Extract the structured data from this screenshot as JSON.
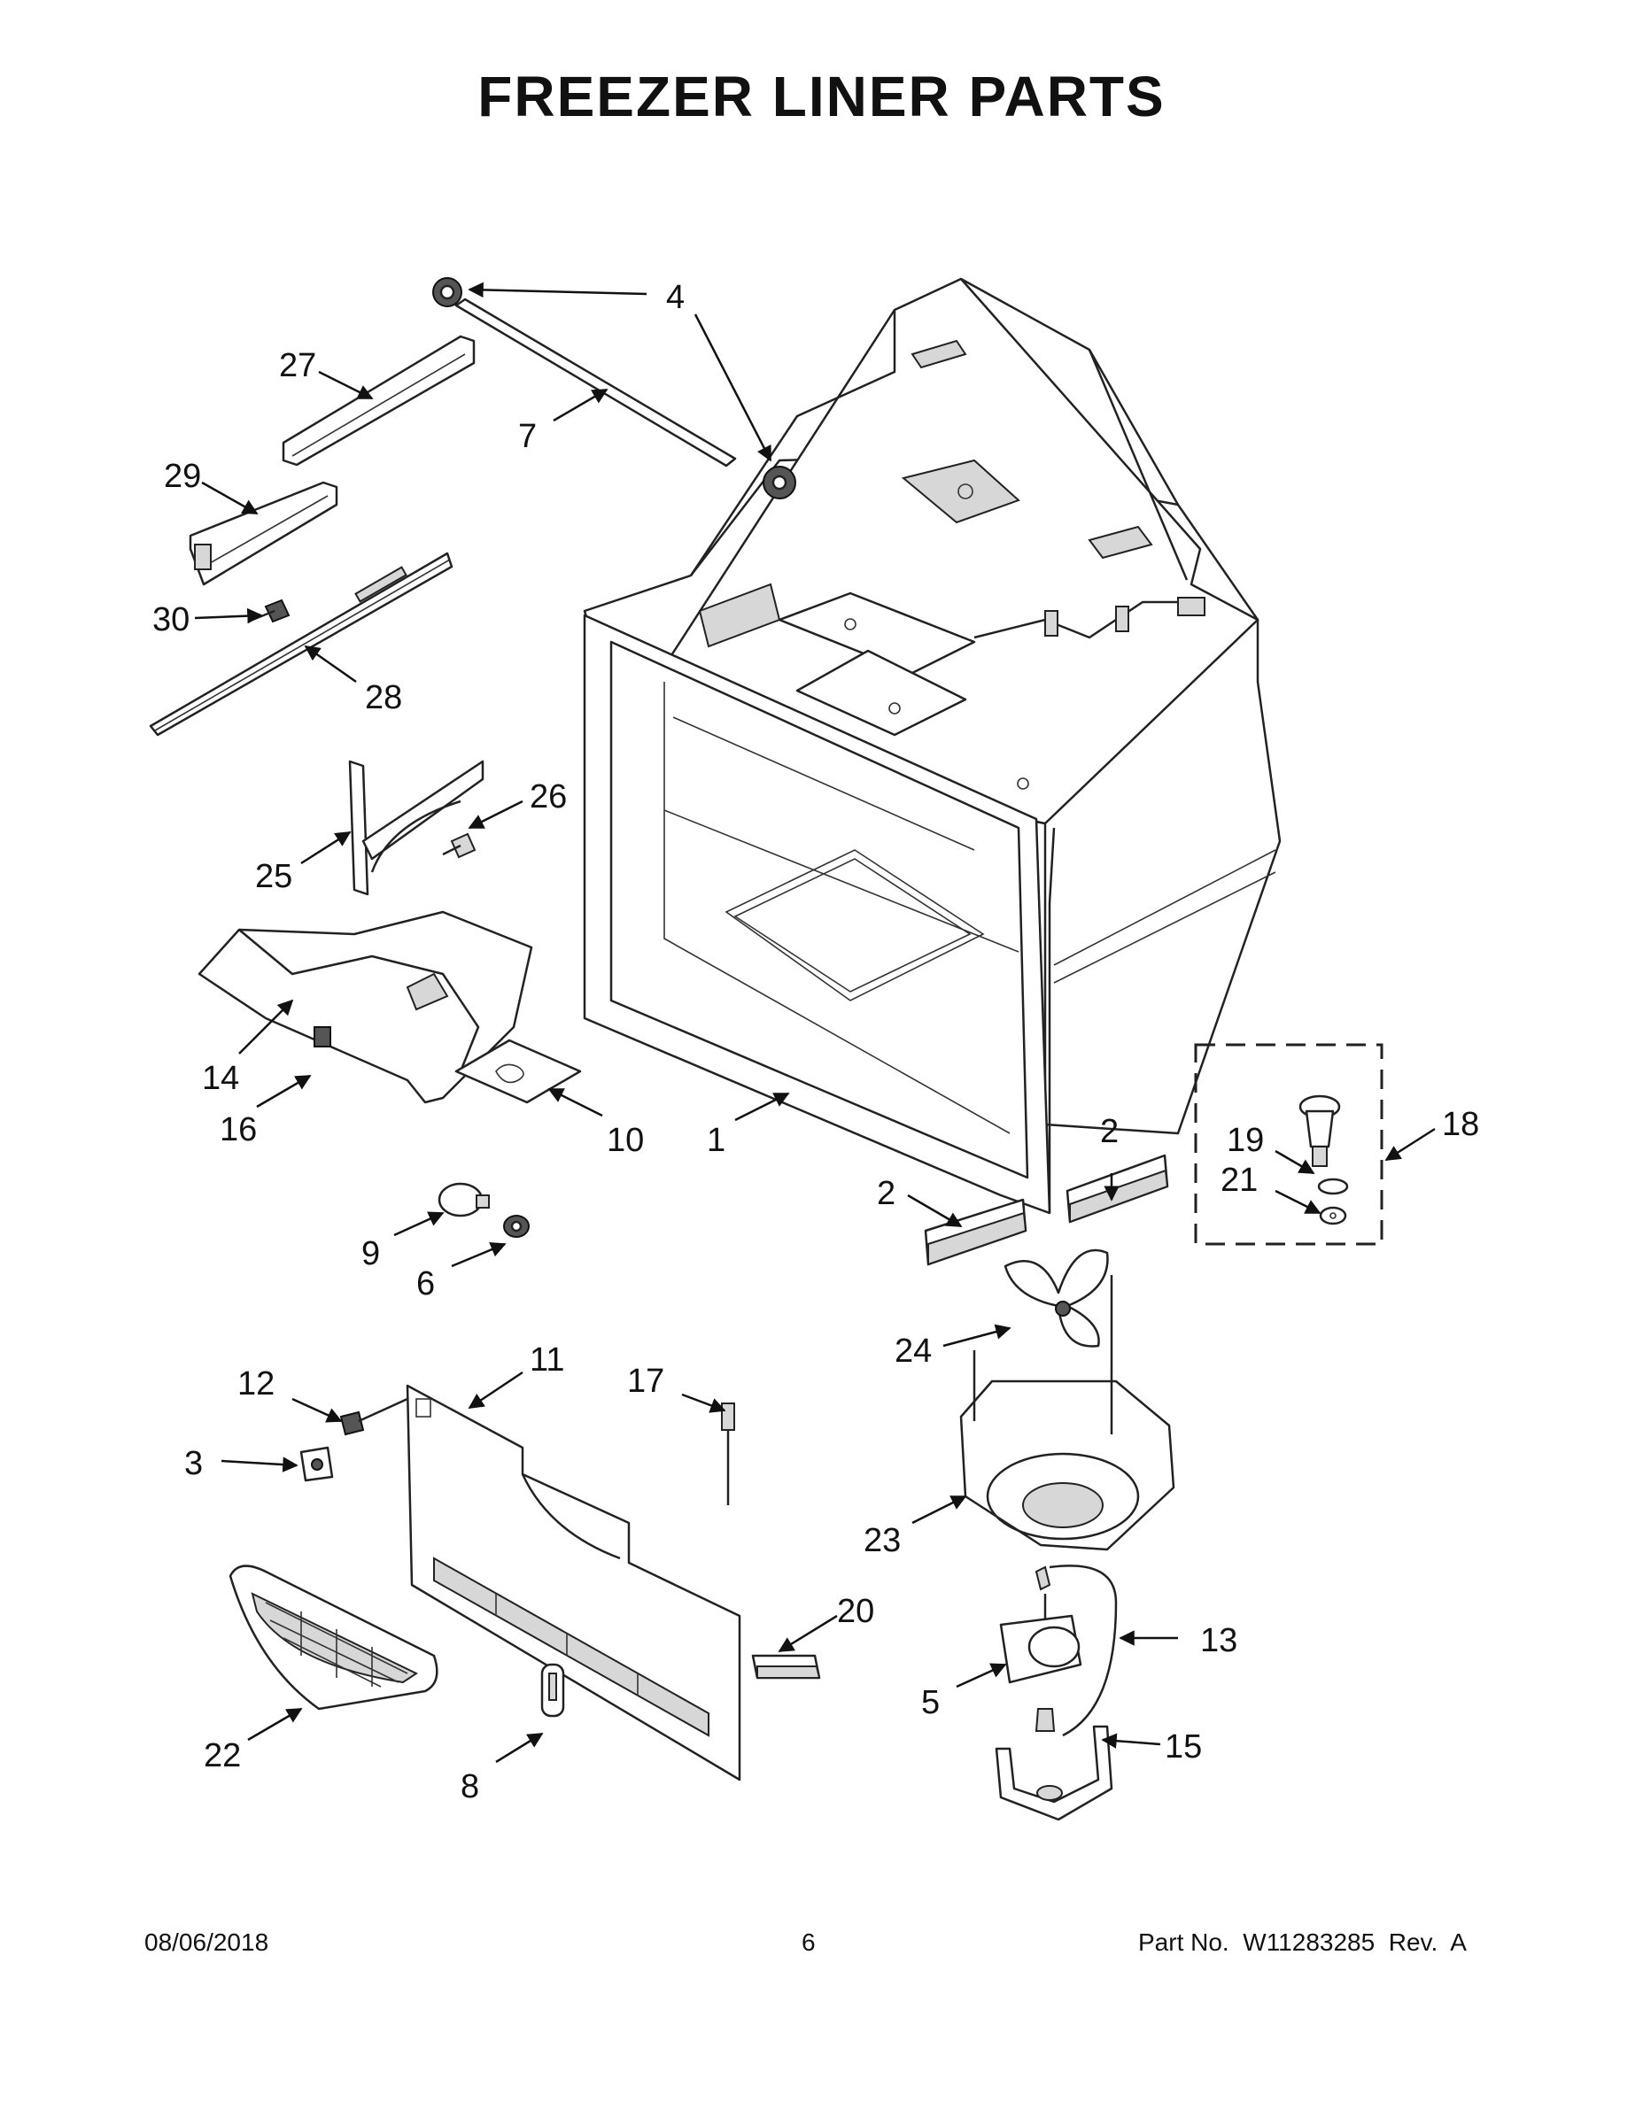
{
  "title": "FREEZER LINER PARTS",
  "footer": {
    "date": "08/06/2018",
    "page": "6",
    "part": "Part No.  W11283285  Rev.  A"
  },
  "callouts": [
    {
      "id": "c4",
      "label": "4"
    },
    {
      "id": "c27",
      "label": "27"
    },
    {
      "id": "c7",
      "label": "7"
    },
    {
      "id": "c29",
      "label": "29"
    },
    {
      "id": "c30",
      "label": "30"
    },
    {
      "id": "c28",
      "label": "28"
    },
    {
      "id": "c26",
      "label": "26"
    },
    {
      "id": "c25",
      "label": "25"
    },
    {
      "id": "c14",
      "label": "14"
    },
    {
      "id": "c16",
      "label": "16"
    },
    {
      "id": "c10",
      "label": "10"
    },
    {
      "id": "c1",
      "label": "1"
    },
    {
      "id": "c2a",
      "label": "2"
    },
    {
      "id": "c2b",
      "label": "2"
    },
    {
      "id": "c18",
      "label": "18"
    },
    {
      "id": "c19",
      "label": "19"
    },
    {
      "id": "c21",
      "label": "21"
    },
    {
      "id": "c9",
      "label": "9"
    },
    {
      "id": "c6",
      "label": "6"
    },
    {
      "id": "c24",
      "label": "24"
    },
    {
      "id": "c12",
      "label": "12"
    },
    {
      "id": "c11",
      "label": "11"
    },
    {
      "id": "c17",
      "label": "17"
    },
    {
      "id": "c3",
      "label": "3"
    },
    {
      "id": "c23",
      "label": "23"
    },
    {
      "id": "c20",
      "label": "20"
    },
    {
      "id": "c13",
      "label": "13"
    },
    {
      "id": "c5",
      "label": "5"
    },
    {
      "id": "c15",
      "label": "15"
    },
    {
      "id": "c22",
      "label": "22"
    },
    {
      "id": "c8",
      "label": "8"
    }
  ]
}
